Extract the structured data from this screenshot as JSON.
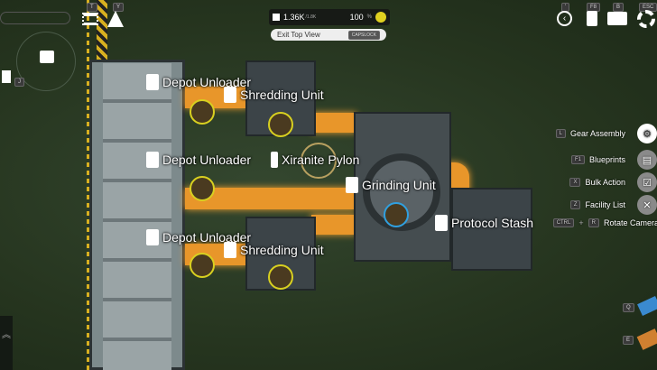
{
  "hud": {
    "power_value": "1.36K",
    "power_max": "/1.8K",
    "percent": "100",
    "percent_unit": "%",
    "exit_top_view": "Exit Top View",
    "exit_key": "CAPSLOCK"
  },
  "top_left": {
    "key_network": "T",
    "key_warning": "Y",
    "key_list": "J"
  },
  "top_right": {
    "key_back": "'",
    "key_f8": "F8",
    "key_b": "B",
    "key_esc": "ESC"
  },
  "right_menu": [
    {
      "key": "L",
      "label": "Gear Assembly",
      "icon": "gear-assembly-icon"
    },
    {
      "key": "F1",
      "label": "Blueprints",
      "icon": "blueprint-icon"
    },
    {
      "key": "X",
      "label": "Bulk Action",
      "icon": "bulk-action-icon"
    },
    {
      "key": "Z",
      "label": "Facility List",
      "icon": "wrench-icon"
    },
    {
      "key": "CTRL",
      "key2": "R",
      "plus": "+",
      "label": "Rotate Camera"
    }
  ],
  "quick_items": [
    {
      "key": "Q"
    },
    {
      "key": "E"
    }
  ],
  "facilities": {
    "depot1": "Depot Unloader",
    "depot2": "Depot Unloader",
    "depot3": "Depot Unloader",
    "shred1": "Shredding Unit",
    "shred2": "Shredding Unit",
    "pylon": "Xiranite Pylon",
    "grinding": "Grinding Unit",
    "stash": "Protocol Stash"
  },
  "colors": {
    "belt": "#e8962a",
    "accent": "#d8d020",
    "background": "#2a3a26"
  }
}
